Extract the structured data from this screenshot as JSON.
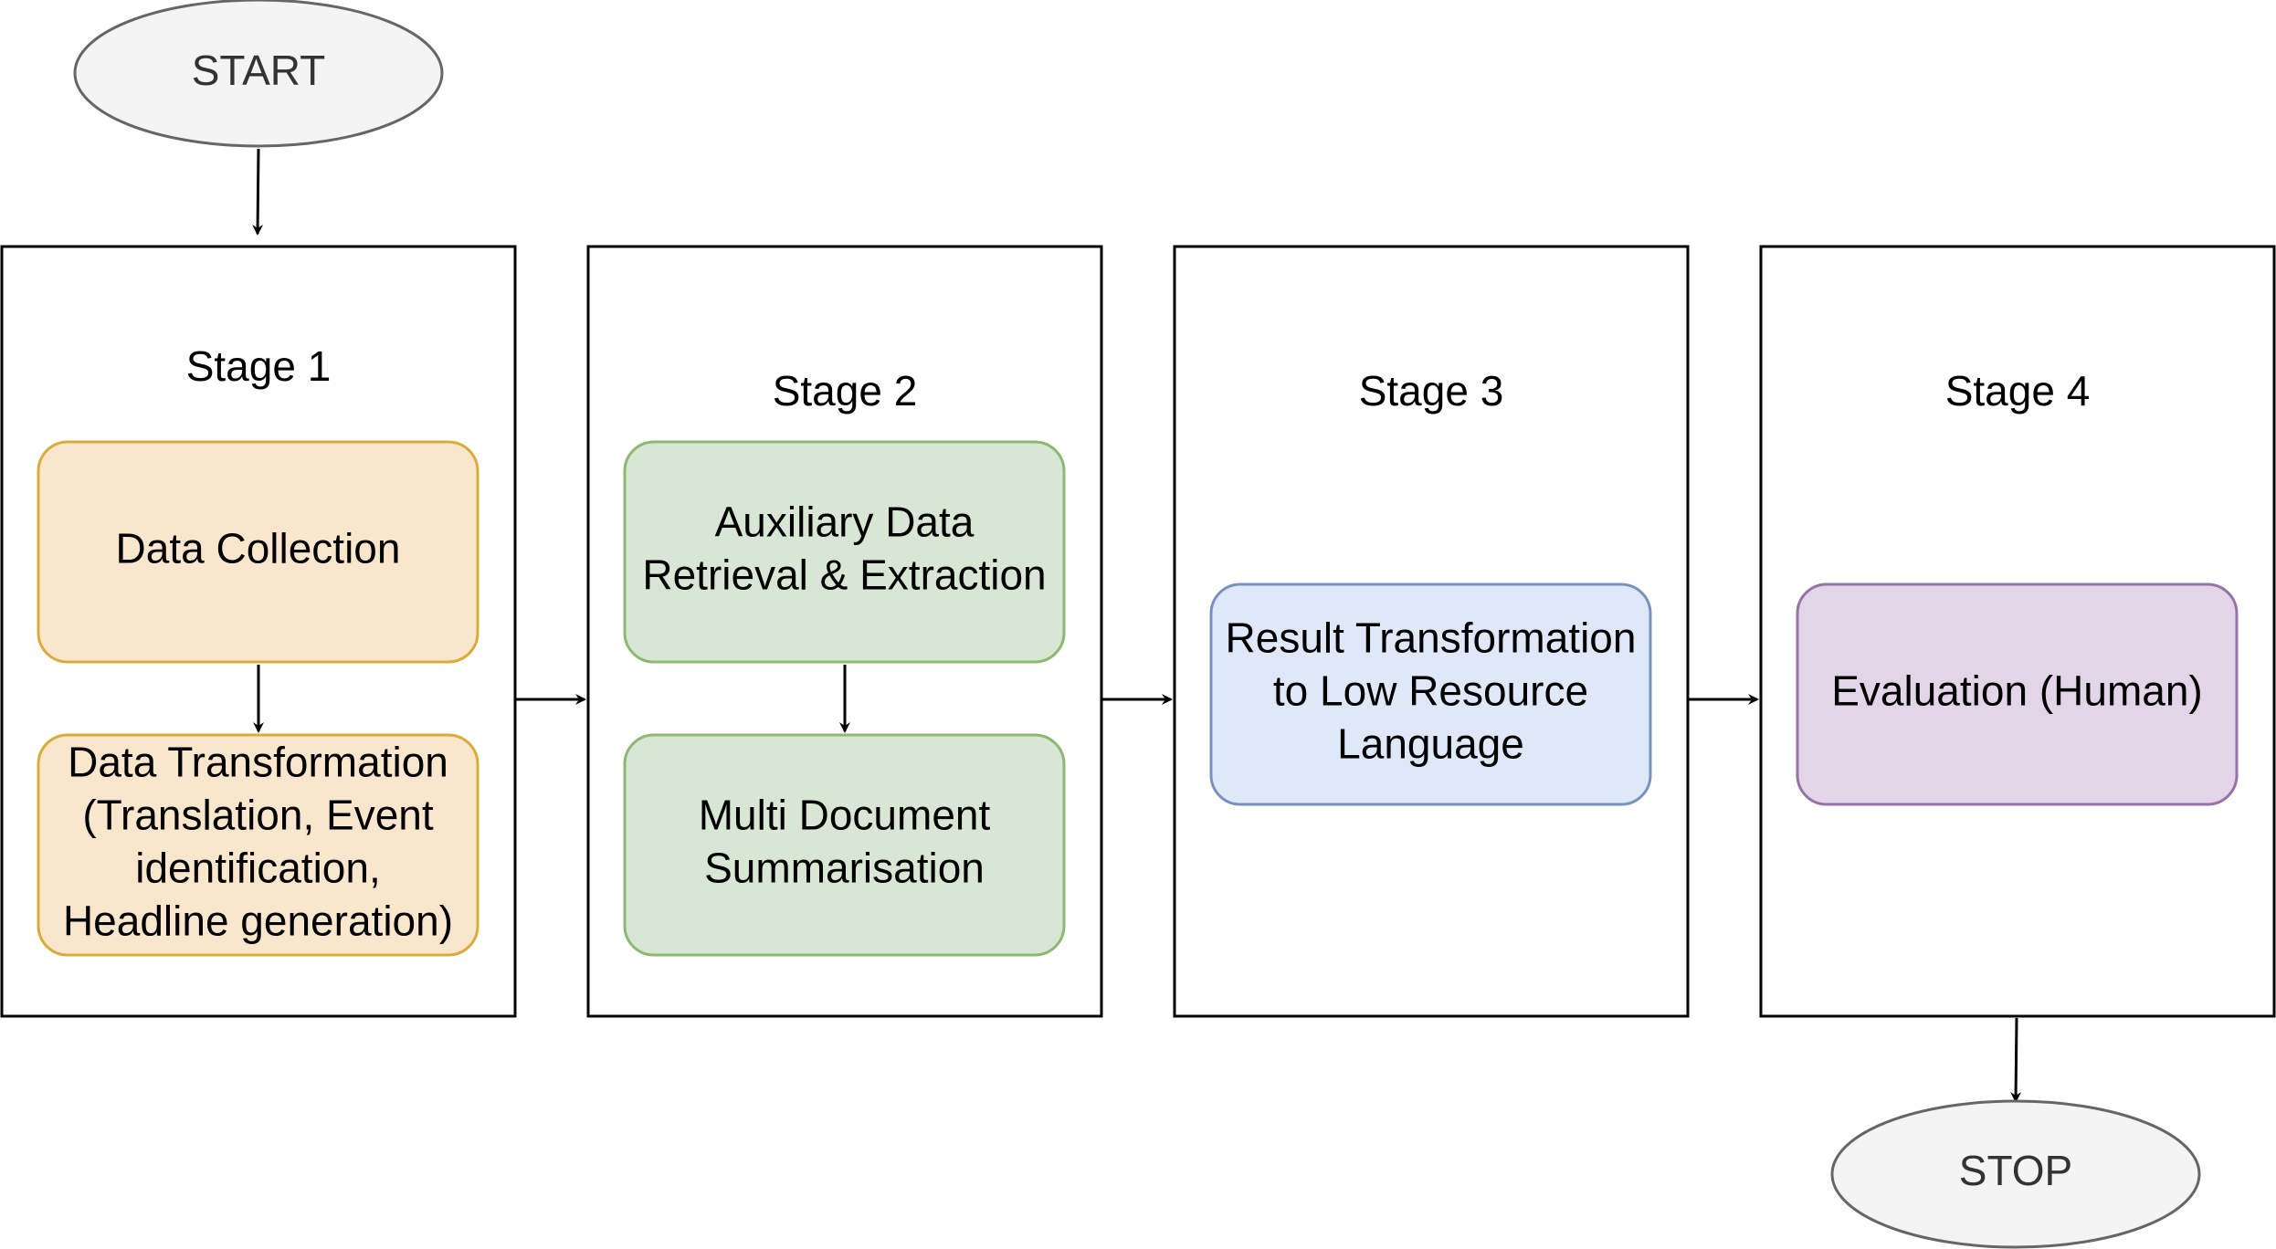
{
  "terminals": {
    "start": "START",
    "stop": "STOP"
  },
  "stages": [
    {
      "title": "Stage 1",
      "steps": [
        {
          "lines": [
            "Data Collection"
          ],
          "fill": "#fae6cc",
          "stroke": "#d8ac3b"
        },
        {
          "lines": [
            "Data Transformation",
            "(Translation, Event",
            "identification,",
            "Headline generation)"
          ],
          "fill": "#fae6cc",
          "stroke": "#d8ac3b"
        }
      ]
    },
    {
      "title": "Stage 2",
      "steps": [
        {
          "lines": [
            "Auxiliary Data",
            "Retrieval & Extraction"
          ],
          "fill": "#d8e7d4",
          "stroke": "#8db772"
        },
        {
          "lines": [
            "Multi Document",
            "Summarisation"
          ],
          "fill": "#d8e7d4",
          "stroke": "#8db772"
        }
      ]
    },
    {
      "title": "Stage 3",
      "steps": [
        {
          "lines": [
            "Result Transformation",
            "to Low Resource",
            "Language"
          ],
          "fill": "#dee8f8",
          "stroke": "#7892bd"
        }
      ]
    },
    {
      "title": "Stage 4",
      "steps": [
        {
          "lines": [
            "Evaluation (Human)"
          ],
          "fill": "#e2d5e7",
          "stroke": "#9673a6"
        }
      ]
    }
  ],
  "colors": {
    "terminal_fill": "#f4f4f4",
    "terminal_stroke": "#666666",
    "stage_border": "#000000",
    "arrow": "#000000"
  }
}
